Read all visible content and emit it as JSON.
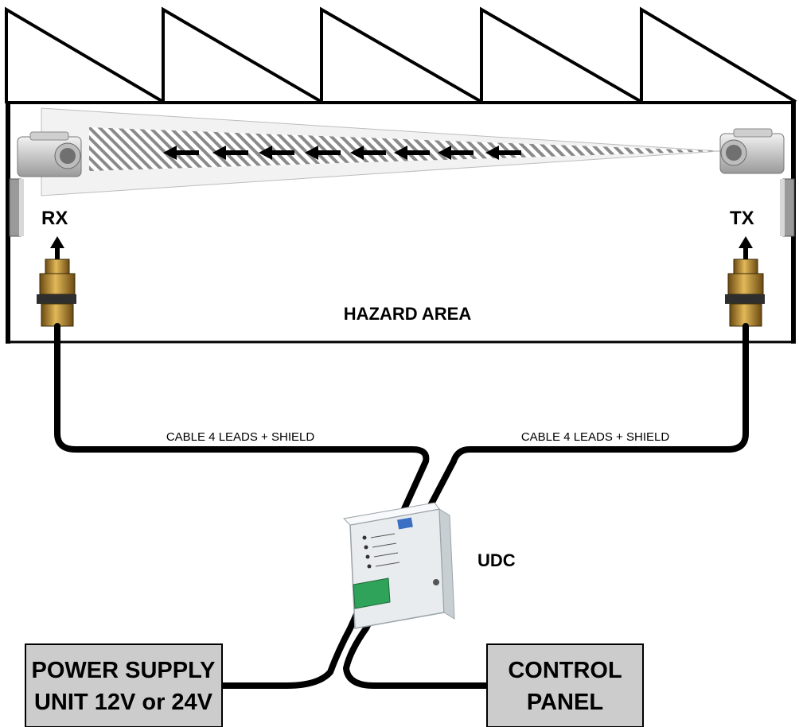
{
  "labels": {
    "rx": "RX",
    "tx": "TX",
    "hazard_area": "HAZARD AREA",
    "udc": "UDC",
    "cable_left": "CABLE 4 LEADS  + SHIELD",
    "cable_right": "CABLE 4 LEADS  + SHIELD"
  },
  "boxes": {
    "power_supply": {
      "line1": "POWER SUPPLY",
      "line2": "UNIT 12V or 24V"
    },
    "control_panel": {
      "line1": "CONTROL",
      "line2": "PANEL"
    }
  },
  "colors": {
    "line": "#000000",
    "box_fill": "#cccccc",
    "beam_fill": "#f2f2f2",
    "brass": "#c89a3c",
    "udc_body": "#e8ecef",
    "udc_terminal": "#2fa35a"
  },
  "icons": {
    "receiver": "beam-receiver-icon",
    "transmitter": "beam-transmitter-icon",
    "gland": "cable-gland-icon",
    "udc": "udc-module-icon"
  }
}
